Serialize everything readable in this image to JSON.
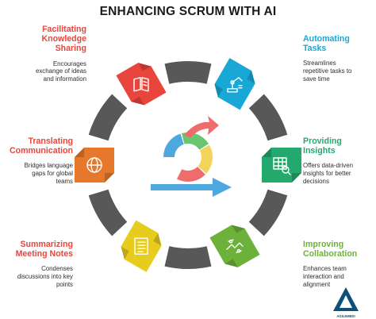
{
  "title": "ENHANCING SCRUM WITH AI",
  "segments": [
    {
      "name": "Facilitating Knowledge Sharing",
      "color": "#e8453c",
      "icon": "book-icon",
      "heading": [
        "Facilitating",
        "Knowledge",
        "Sharing"
      ],
      "desc": [
        "Encourages",
        "exchange of ideas",
        "and information"
      ]
    },
    {
      "name": "Automating Tasks",
      "color": "#19a7d6",
      "icon": "robot-arm-icon",
      "heading": [
        "Automating",
        "Tasks"
      ],
      "desc": [
        "Streamlines",
        "repetitive tasks to",
        "save time"
      ]
    },
    {
      "name": "Providing Insights",
      "color": "#23a86d",
      "icon": "data-table-search-icon",
      "heading": [
        "Providing",
        "Insights"
      ],
      "desc": [
        "Offers data-driven",
        "insights for better",
        "decisions"
      ]
    },
    {
      "name": "Improving Collaboration",
      "color": "#6cb23a",
      "icon": "collaboration-icon",
      "heading": [
        "Improving",
        "Collaboration"
      ],
      "desc": [
        "Enhances team",
        "interaction and",
        "alignment"
      ]
    },
    {
      "name": "Summarizing Meeting Notes",
      "color": "#e7cc1e",
      "icon": "notes-list-icon",
      "heading": [
        "Summarizing",
        "Meeting Notes"
      ],
      "desc": [
        "Condenses",
        "discussions into key",
        "points"
      ]
    },
    {
      "name": "Translating Communication",
      "color": "#e5782a",
      "icon": "globe-icon",
      "heading": [
        "Translating",
        "Communication"
      ],
      "desc": [
        "Bridges language",
        "gaps for global",
        "teams"
      ]
    }
  ],
  "center_icon": "scrum-cycle-icon",
  "logo_text": "AGILEMEDI",
  "colors": {
    "connector": "#585858",
    "left_heading": "#e8453c"
  }
}
